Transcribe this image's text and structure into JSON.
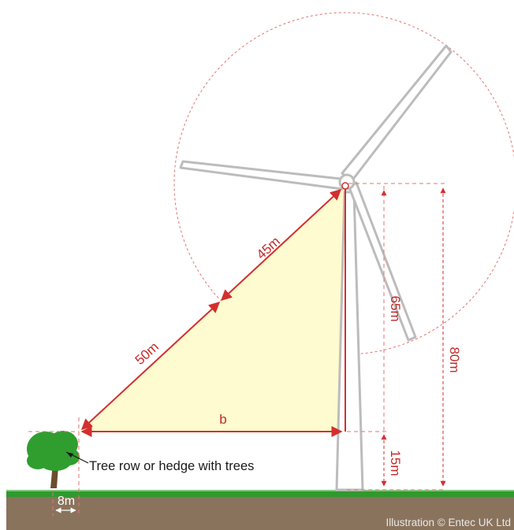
{
  "labels": {
    "blade_segment": "45m",
    "ground_segment": "50m",
    "base": "b",
    "tip_height": "65m",
    "hub_height": "80m",
    "tree_height": "15m",
    "tree_width": "8m",
    "tree_caption": "Tree row or hedge with trees",
    "credit": "Illustration © Entec UK Ltd"
  },
  "colors": {
    "dimension_red": "#d32f2f",
    "triangle_fill": "#fdfbcf",
    "grass": "#2e9a2e",
    "soil": "#8a735d",
    "tower_gray": "#c4c4c4",
    "tree_green": "#2f9e2f",
    "trunk": "#6b4e2e"
  }
}
